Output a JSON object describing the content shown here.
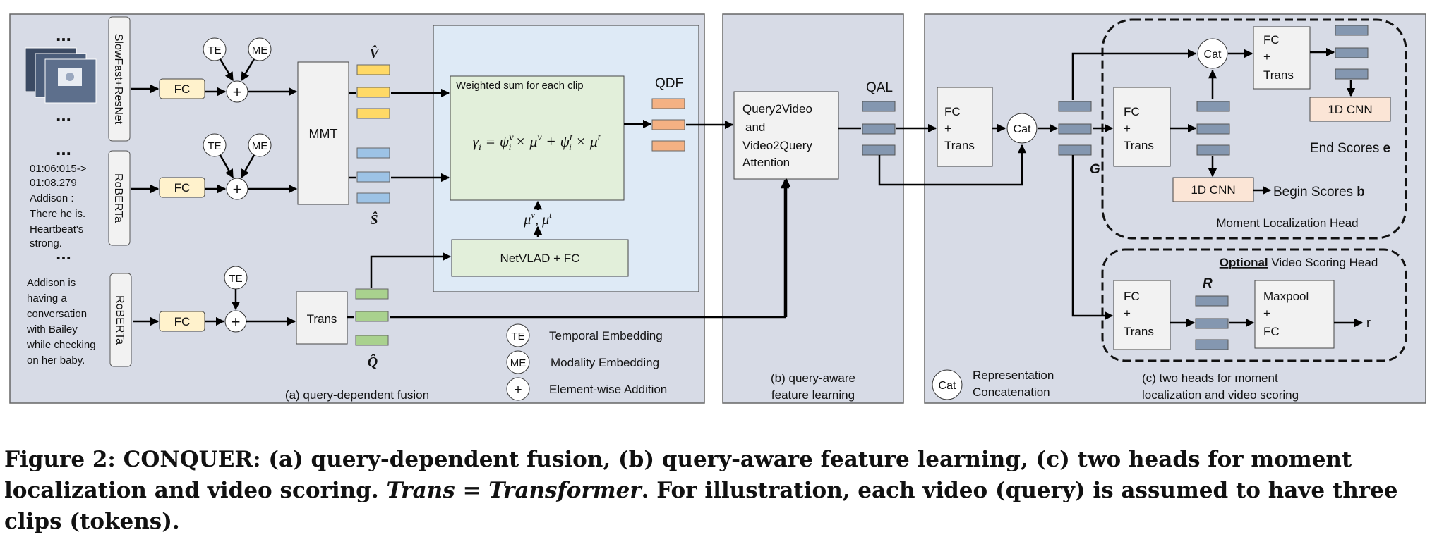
{
  "panels": {
    "a_label": "(a) query-dependent fusion",
    "b_label_1": "(b) query-aware",
    "b_label_2": "feature learning",
    "c_label_1": "(c) two heads for moment",
    "c_label_2": "localization and video scoring"
  },
  "inputs": {
    "dots": "...",
    "video_encoder": "SlowFast+ResNet",
    "subtitle_encoder": "RoBERTa",
    "query_encoder": "RoBERTa",
    "subtitle_lines": [
      "01:06:015->",
      "01:08.279",
      "Addison :",
      "There he is.",
      "Heartbeat's",
      "strong."
    ],
    "query_lines": [
      "Addison is",
      "having a",
      "conversation",
      "with Bailey",
      "while checking",
      "on her baby."
    ]
  },
  "blocks": {
    "fc": "FC",
    "plus": "+",
    "te": "TE",
    "me": "ME",
    "mmt": "MMT",
    "trans": "Trans",
    "v_hat": "V̂",
    "s_hat": "Ŝ",
    "q_hat": "Q̂",
    "weighted_sum": "Weighted sum for each clip",
    "formula": "γi = ψiv × μv + ψit × μt",
    "mu_label": "μv, μt",
    "netvlad": "NetVLAD + FC",
    "qdf": "QDF",
    "q2v_lines": [
      "Query2Video",
      "and",
      "Video2Query",
      "Attention"
    ],
    "qal": "QAL",
    "fc_trans_top": "FC",
    "fc_trans_plus": "+",
    "fc_trans_bottom": "Trans",
    "cat": "Cat",
    "g_label": "G",
    "r_label": "R",
    "cnn_1d": "1D CNN",
    "end_scores": "End Scores",
    "end_scores_var": "e",
    "begin_scores": "Begin Scores",
    "begin_scores_var": "b",
    "moment_head": "Moment Localization Head",
    "optional": "Optional",
    "video_scoring_head": "Video Scoring Head",
    "maxpool": "Maxpool",
    "r_out": "r"
  },
  "legend": {
    "te_desc": "Temporal Embedding",
    "me_desc": "Modality Embedding",
    "plus_desc": "Element-wise Addition",
    "cat_desc_1": "Representation",
    "cat_desc_2": "Concatenation"
  },
  "caption": {
    "part1": "Figure 2: CONQUER: (a) query-dependent fusion, (b) query-aware feature learning, (c) two heads for moment localization and video scoring. ",
    "part2_italic": "Trans = Transformer",
    "part3": ". For illustration, each video (query) is assumed to have three clips (tokens)."
  },
  "colors": {
    "panel_bg": "#d7dbe6",
    "qdf_bg": "#deeaf6",
    "green_box": "#e2efda",
    "yellow": "#ffd966",
    "blue": "#9dc3e6",
    "orange": "#f4b183",
    "slate": "#8497b0",
    "q_green": "#a9d18e",
    "cnn_box": "#fbe5d6"
  }
}
